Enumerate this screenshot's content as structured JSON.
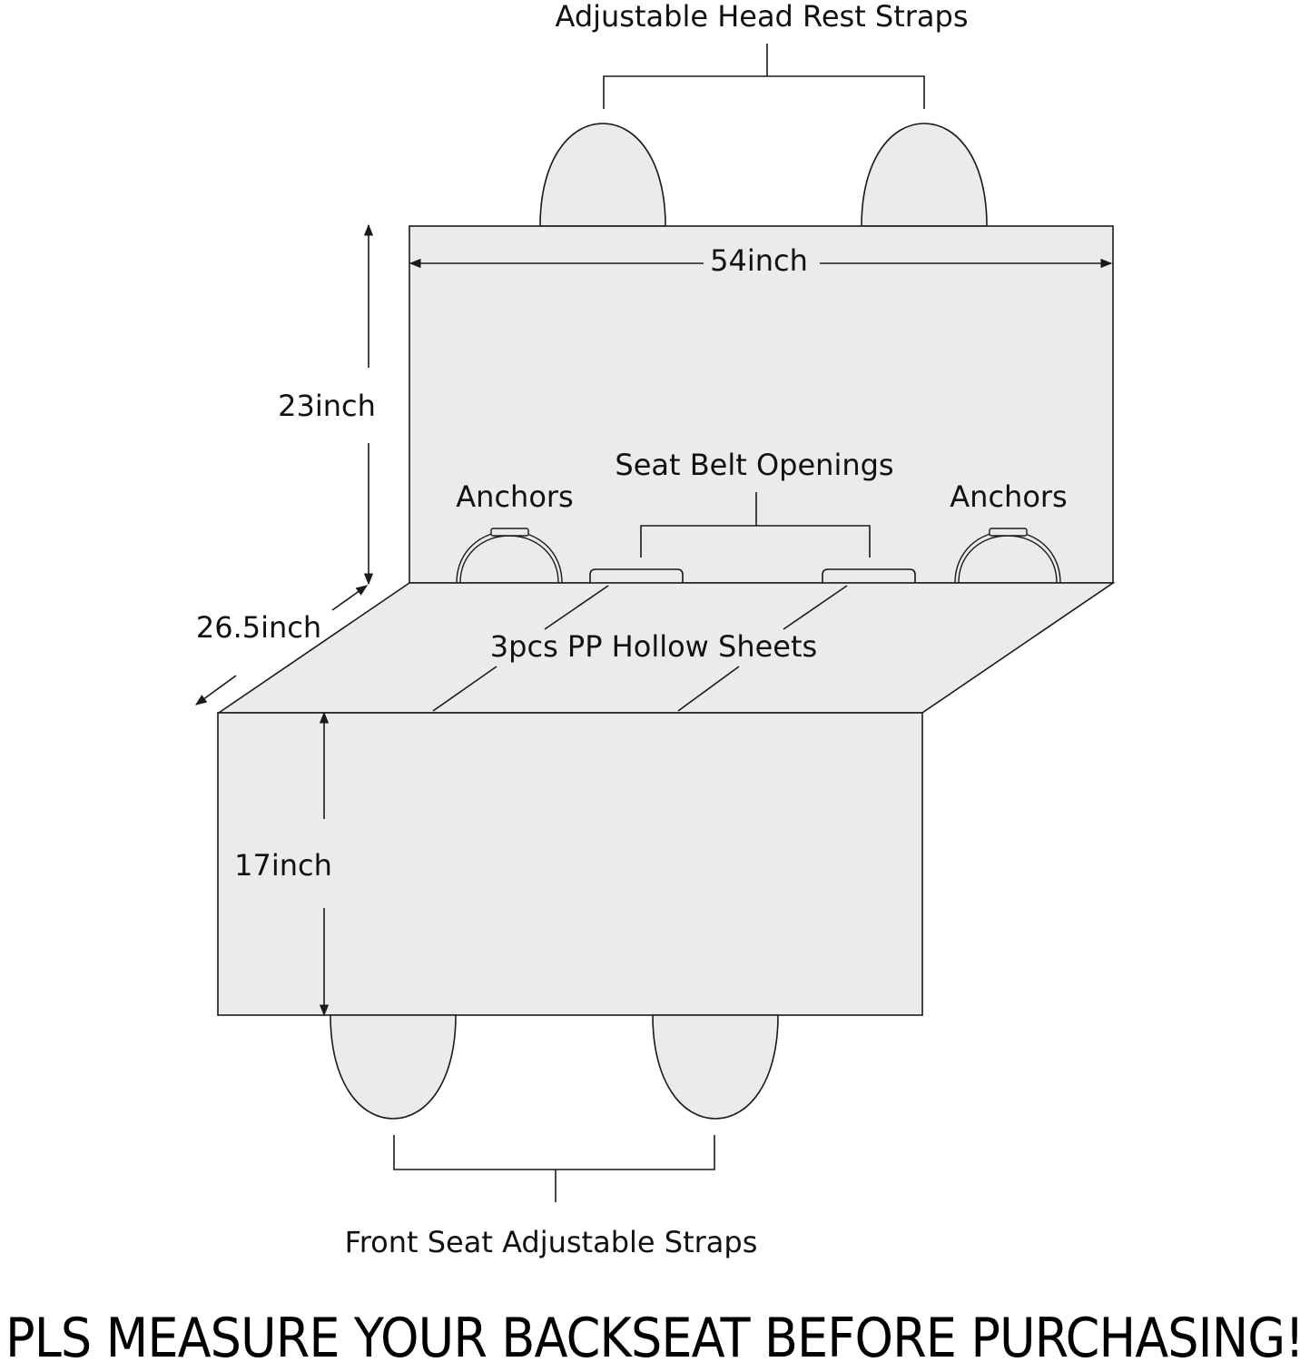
{
  "labels": {
    "headrest_straps": "Adjustable Head Rest Straps",
    "width": "54inch",
    "back_height": "23inch",
    "seat_belt_openings": "Seat Belt Openings",
    "anchors_left": "Anchors",
    "anchors_right": "Anchors",
    "depth": "26.5inch",
    "hollow_sheets": "3pcs PP Hollow Sheets",
    "front_height": "17inch",
    "front_straps": "Front Seat Adjustable Straps",
    "notice": "PLS MEASURE YOUR BACKSEAT BEFORE PURCHASING!"
  },
  "colors": {
    "panel_fill": "#ebebeb",
    "stroke": "#1a1a1a",
    "text": "#111111"
  }
}
